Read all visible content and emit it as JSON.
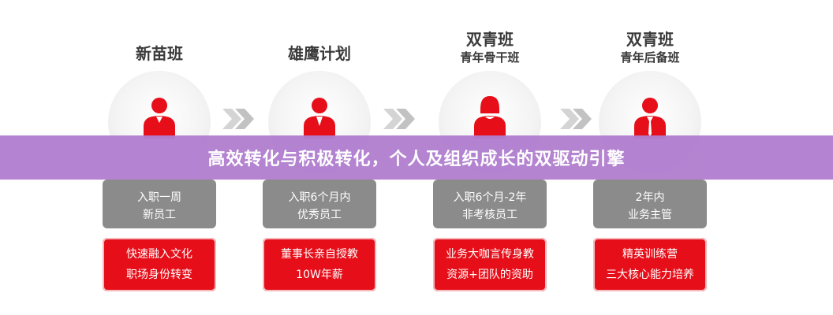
{
  "banner": "高效转化与积极转化，个人及组织成长的双驱动引擎",
  "colors": {
    "red": "#e60e19",
    "grey": "#8b8b8b",
    "banner": "#b17fd0"
  },
  "stages": [
    {
      "title": "新苗班",
      "subtitle": "",
      "role_line1": "入职一周",
      "role_line2": "新员工",
      "benefit_line1": "快速融入文化",
      "benefit_line2": "职场身份转变"
    },
    {
      "title": "雄鹰计划",
      "subtitle": "",
      "role_line1": "入职6个月内",
      "role_line2": "优秀员工",
      "benefit_line1": "董事长亲自授教",
      "benefit_line2": "10W年薪"
    },
    {
      "title": "双青班",
      "subtitle": "青年骨干班",
      "role_line1": "入职6个月-2年",
      "role_line2": "非考核员工",
      "benefit_line1": "业务大咖言传身教",
      "benefit_line2": "资源+团队的资助"
    },
    {
      "title": "双青班",
      "subtitle": "青年后备班",
      "role_line1": "2年内",
      "role_line2": "业务主管",
      "benefit_line1": "精英训练营",
      "benefit_line2": "三大核心能力培养"
    }
  ]
}
